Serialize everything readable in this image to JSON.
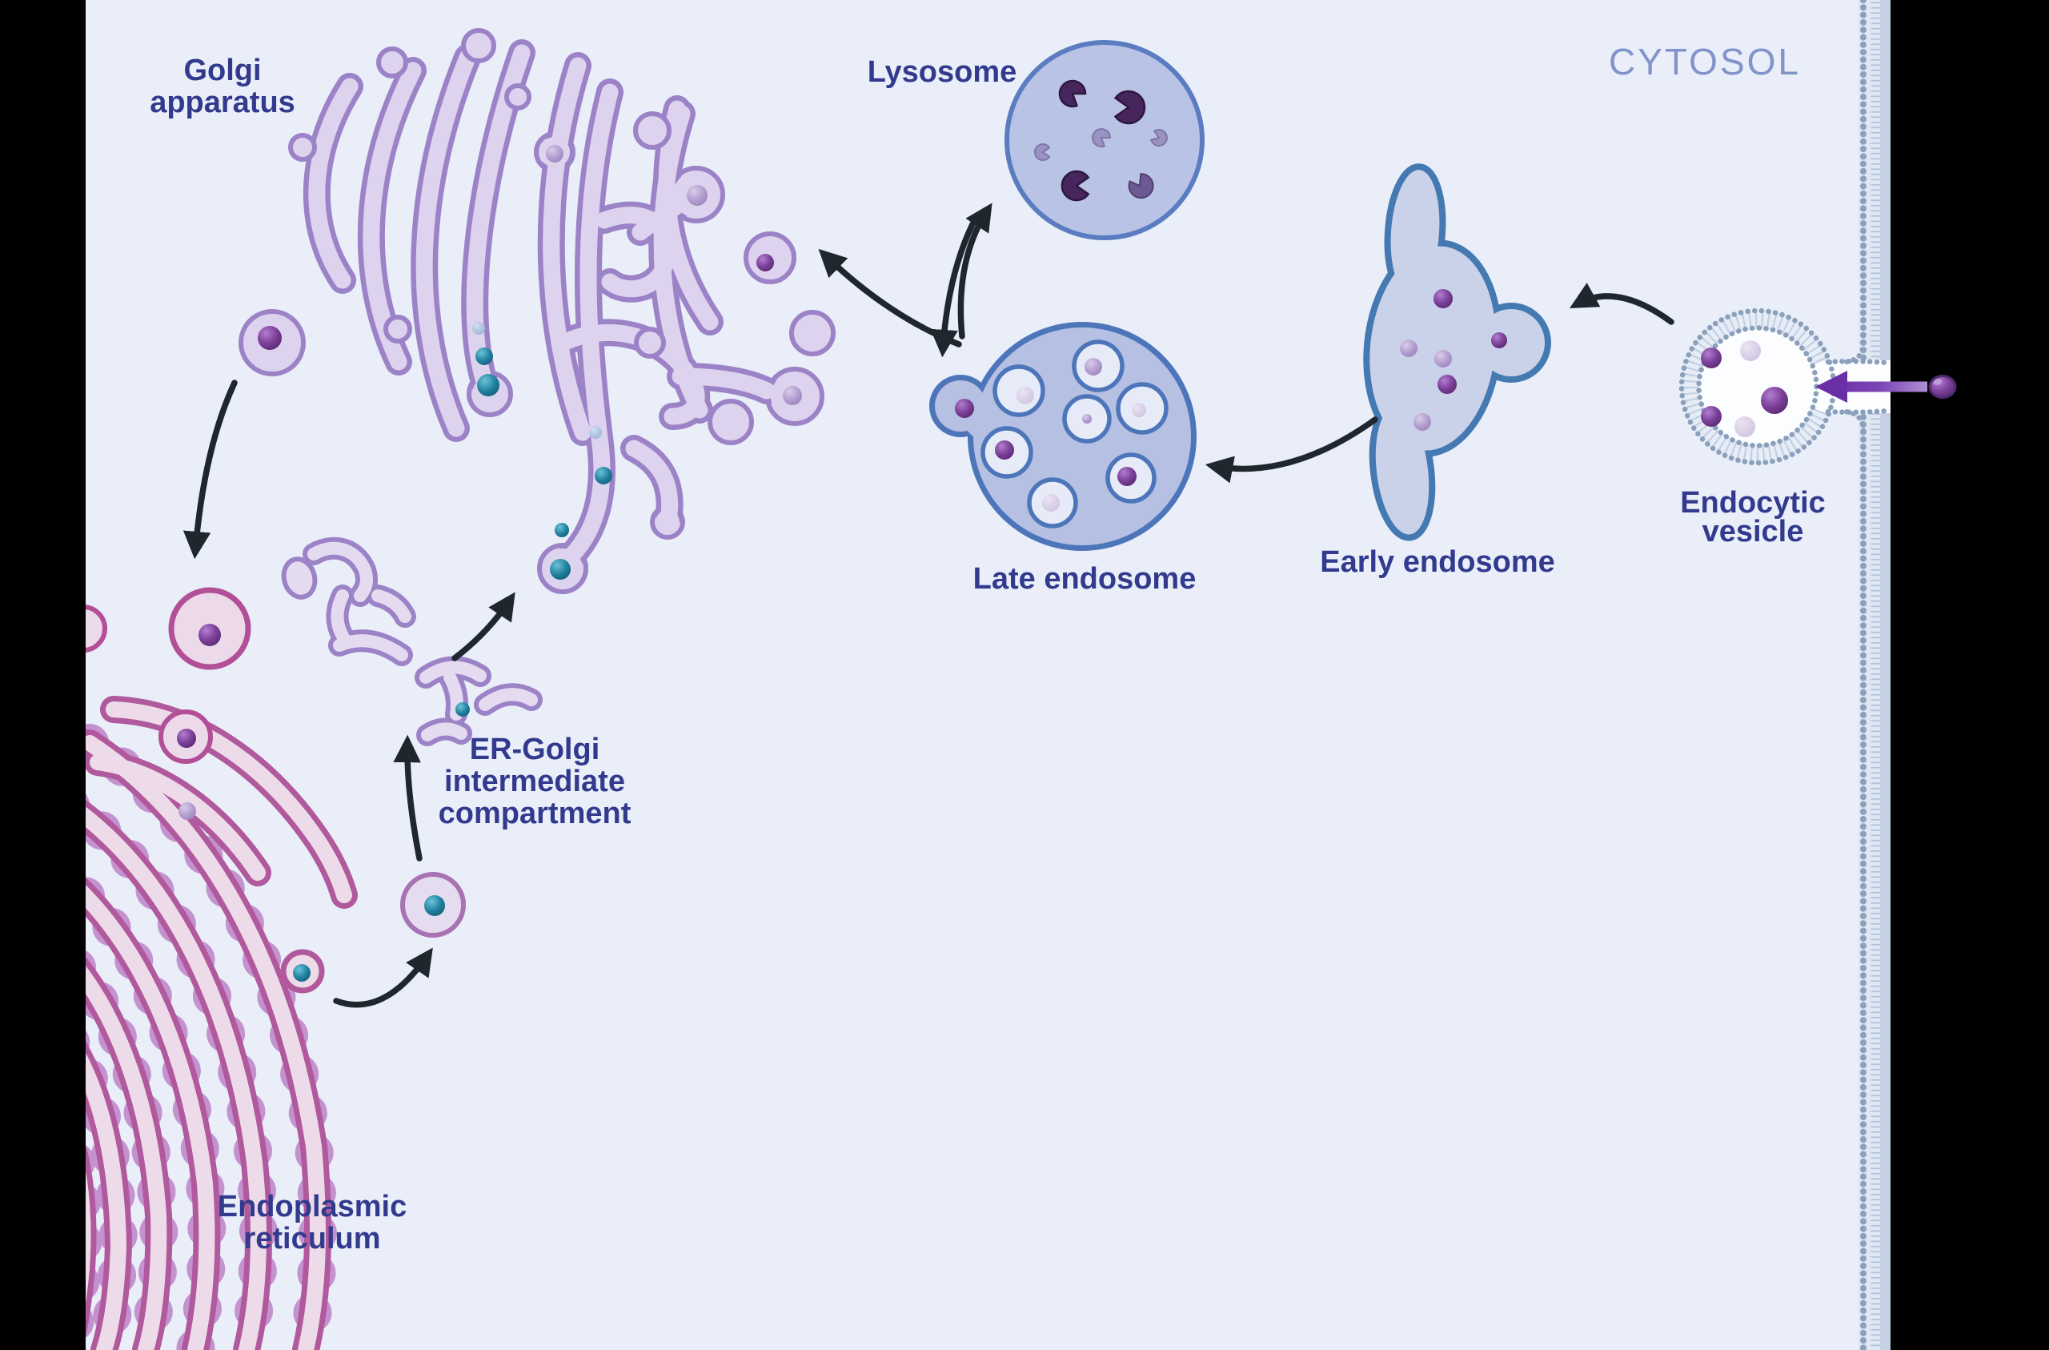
{
  "title": "Intracellular membrane trafficking pathway diagram",
  "labels": {
    "golgi": [
      "Golgi",
      "apparatus"
    ],
    "lysosome": "Lysosome",
    "late_endosome": "Late endosome",
    "early_endosome": "Early endosome",
    "endocytic_vesicle": [
      "Endocytic",
      "vesicle"
    ],
    "ergic": [
      "ER-Golgi",
      "intermediate",
      "compartment"
    ],
    "er": [
      "Endoplasmic",
      "reticulum"
    ],
    "cytosol": "CYTOSOL"
  },
  "icons": {
    "ligand": "purple-ligand-sphere-icon",
    "entry_arrow": "purple-endocytosis-arrow-icon",
    "transport_arrows": "black-curved-transport-arrow-icon",
    "enzymes": "lysosomal-enzyme-pacman-icon",
    "ribosomes": "ribosome-dots-icon",
    "plasma_membrane": "lipid-bilayer-membrane-icon"
  },
  "colors": {
    "background_cytosol": "#e9eef9",
    "letterbox": "#000000",
    "label_navy": "#323a8e",
    "cytosol_label": "#8193c9",
    "golgi_fill": "#ded3ee",
    "golgi_outline": "#9c82c6",
    "er_fill": "#eedbe9",
    "er_outline": "#b0599c",
    "ribosome": "#c492cf",
    "lysosome_fill": "#b9c3e5",
    "lysosome_outline": "#5b7cc0",
    "late_endosome_fill": "#b6c0e3",
    "late_endosome_outline": "#4d75ba",
    "early_endosome_fill": "#c9d2e8",
    "early_endosome_outline": "#4479b2",
    "inner_vesicle_fill": "#e7ebf7",
    "membrane_heads": "#8ba0bb",
    "membrane_band": "#c5d2e6",
    "cargo_purple": "#7b3f98",
    "cargo_lavender": "#b19bce",
    "cargo_teal": "#1f7f9e",
    "cargo_lightblue": "#a9c4e2",
    "enzyme_dark": "#46265c",
    "enzyme_medium": "#6d5a92",
    "enzyme_light": "#9a92c0",
    "arrow_black": "#20262e",
    "arrow_purple": "#6a2ea7"
  }
}
